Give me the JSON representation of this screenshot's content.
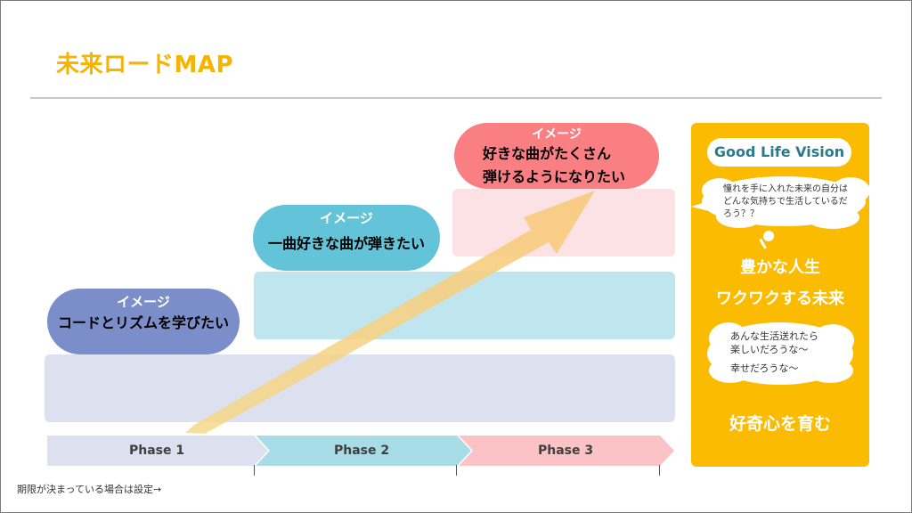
{
  "title": "未来ロードMAP",
  "images": [
    {
      "caption": "イメージ",
      "lines": [
        "コードとリズムを学びたい"
      ]
    },
    {
      "caption": "イメージ",
      "lines": [
        "一曲好きな曲が弾きたい"
      ]
    },
    {
      "caption": "イメージ",
      "lines": [
        "好きな曲がたくさん",
        "弾けるようになりたい"
      ]
    }
  ],
  "phases": [
    "Phase 1",
    "Phase 2",
    "Phase 3"
  ],
  "vision": {
    "title": "Good Life Vision",
    "bubble1": [
      "憧れを手に入れた未来の自分は",
      "どんな気持ちで生活しているだ",
      "ろう？？"
    ],
    "big1": "豊かな人生",
    "big2": "ワクワクする未来",
    "bubble2": [
      "あんな生活送れたら",
      "楽しいだろうな〜",
      "幸せだろうな〜"
    ],
    "footer": "好奇心を育む"
  },
  "note": "期限が決まっている場合は設定→",
  "colors": {
    "title": "#f5b400",
    "phase1": "#dce0ef",
    "phase2": "#a8dce6",
    "phase3": "#fcc3c6",
    "vision_panel": "#fbbb00"
  }
}
